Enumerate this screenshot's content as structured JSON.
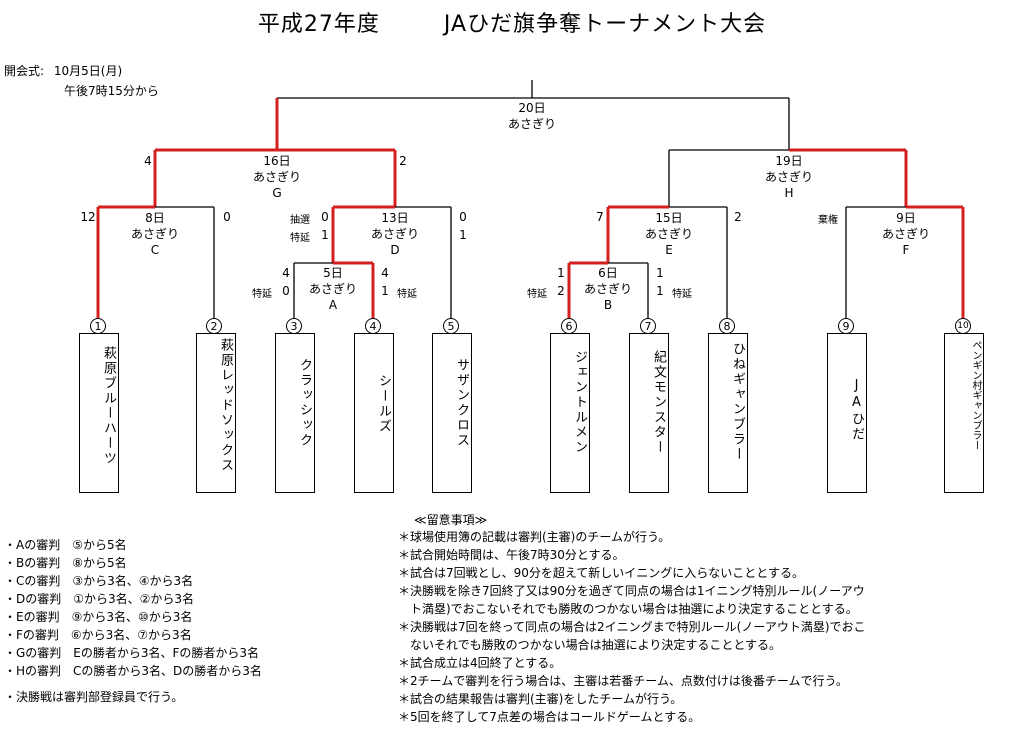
{
  "title": {
    "left": "平成27年度",
    "right": "JAひだ旗争奪トーナメント大会"
  },
  "opening": {
    "label": "開会式:",
    "date": "10月5日(月)",
    "time": "午後7時15分から"
  },
  "teams": [
    {
      "num": "1",
      "name": "萩原ブルーハーツ"
    },
    {
      "num": "2",
      "name": "萩原レッドソックス"
    },
    {
      "num": "3",
      "name": "クラッシック"
    },
    {
      "num": "4",
      "name": "シールズ"
    },
    {
      "num": "5",
      "name": "サザンクロス"
    },
    {
      "num": "6",
      "name": "ジェントルメン"
    },
    {
      "num": "7",
      "name": "紀文モンスター"
    },
    {
      "num": "8",
      "name": "ひねギャンブラー"
    },
    {
      "num": "9",
      "name": "JAひだ"
    },
    {
      "num": "10",
      "name": "ペンギン村ギャンブラー"
    }
  ],
  "matches": {
    "A": {
      "date": "5日",
      "venue": "あさぎり",
      "label": "A"
    },
    "B": {
      "date": "6日",
      "venue": "あさぎり",
      "label": "B"
    },
    "C": {
      "date": "8日",
      "venue": "あさぎり",
      "label": "C"
    },
    "D": {
      "date": "13日",
      "venue": "あさぎり",
      "label": "D"
    },
    "E": {
      "date": "15日",
      "venue": "あさぎり",
      "label": "E"
    },
    "F": {
      "date": "9日",
      "venue": "あさぎり",
      "label": "F"
    },
    "G": {
      "date": "16日",
      "venue": "あさぎり",
      "label": "G"
    },
    "H": {
      "date": "19日",
      "venue": "あさぎり",
      "label": "H"
    },
    "final": {
      "date": "20日",
      "venue": "あさぎり"
    }
  },
  "scores": {
    "A_left_a": "4",
    "A_left_b": "0",
    "A_right_a": "4",
    "A_right_b": "1",
    "A_left_note": "特延",
    "A_right_note": "特延",
    "B_left_a": "1",
    "B_left_b": "2",
    "B_right_a": "1",
    "B_right_b": "1",
    "B_left_note": "特延",
    "B_right_note": "特延",
    "C_left": "12",
    "C_right": "0",
    "D_left_a": "0",
    "D_left_b": "1",
    "D_right_a": "0",
    "D_right_b": "1",
    "D_note_a": "抽選",
    "D_note_b": "特延",
    "E_left": "7",
    "E_right": "2",
    "F_note": "棄権",
    "G_left": "4",
    "G_right": "2"
  },
  "assignments": [
    "・Aの審判　⑤から5名",
    "・Bの審判　⑧から5名",
    "・Cの審判　③から3名、④から3名",
    "・Dの審判　①から3名、②から3名",
    "・Eの審判　⑨から3名、⑩から3名",
    "・Fの審判　⑥から3名、⑦から3名",
    "・Gの審判　Eの勝者から3名、Fの勝者から3名",
    "・Hの審判　Cの勝者から3名、Dの勝者から3名"
  ],
  "final_note": "・決勝戦は審判部登録員で行う。",
  "notes_title": "≪留意事項≫",
  "notes": [
    "＊球場使用簿の記載は審判(主審)のチームが行う。",
    "＊試合開始時間は、午後7時30分とする。",
    "＊試合は7回戦とし、90分を超えて新しいイニングに入らないこととする。",
    "＊決勝戦を除き7回終了又は90分を過ぎて同点の場合は1イニング特別ルール(ノーアウ",
    "　ト満塁)でおこないそれでも勝敗のつかない場合は抽選により決定することとする。",
    "＊決勝戦は7回を終って同点の場合は2イニングまで特別ルール(ノーアウト満塁)でおこ",
    "　ないそれでも勝敗のつかない場合は抽選により決定することとする。",
    "＊試合成立は4回終了とする。",
    "＊2チームで審判を行う場合は、主審は若番チーム、点数付けは後番チームで行う。",
    "＊試合の結果報告は審判(主審)をしたチームが行う。",
    "＊5回を終了して7点差の場合はコールドゲームとする。"
  ],
  "colors": {
    "winner_line": "#d41f1f",
    "line": "#000000"
  }
}
